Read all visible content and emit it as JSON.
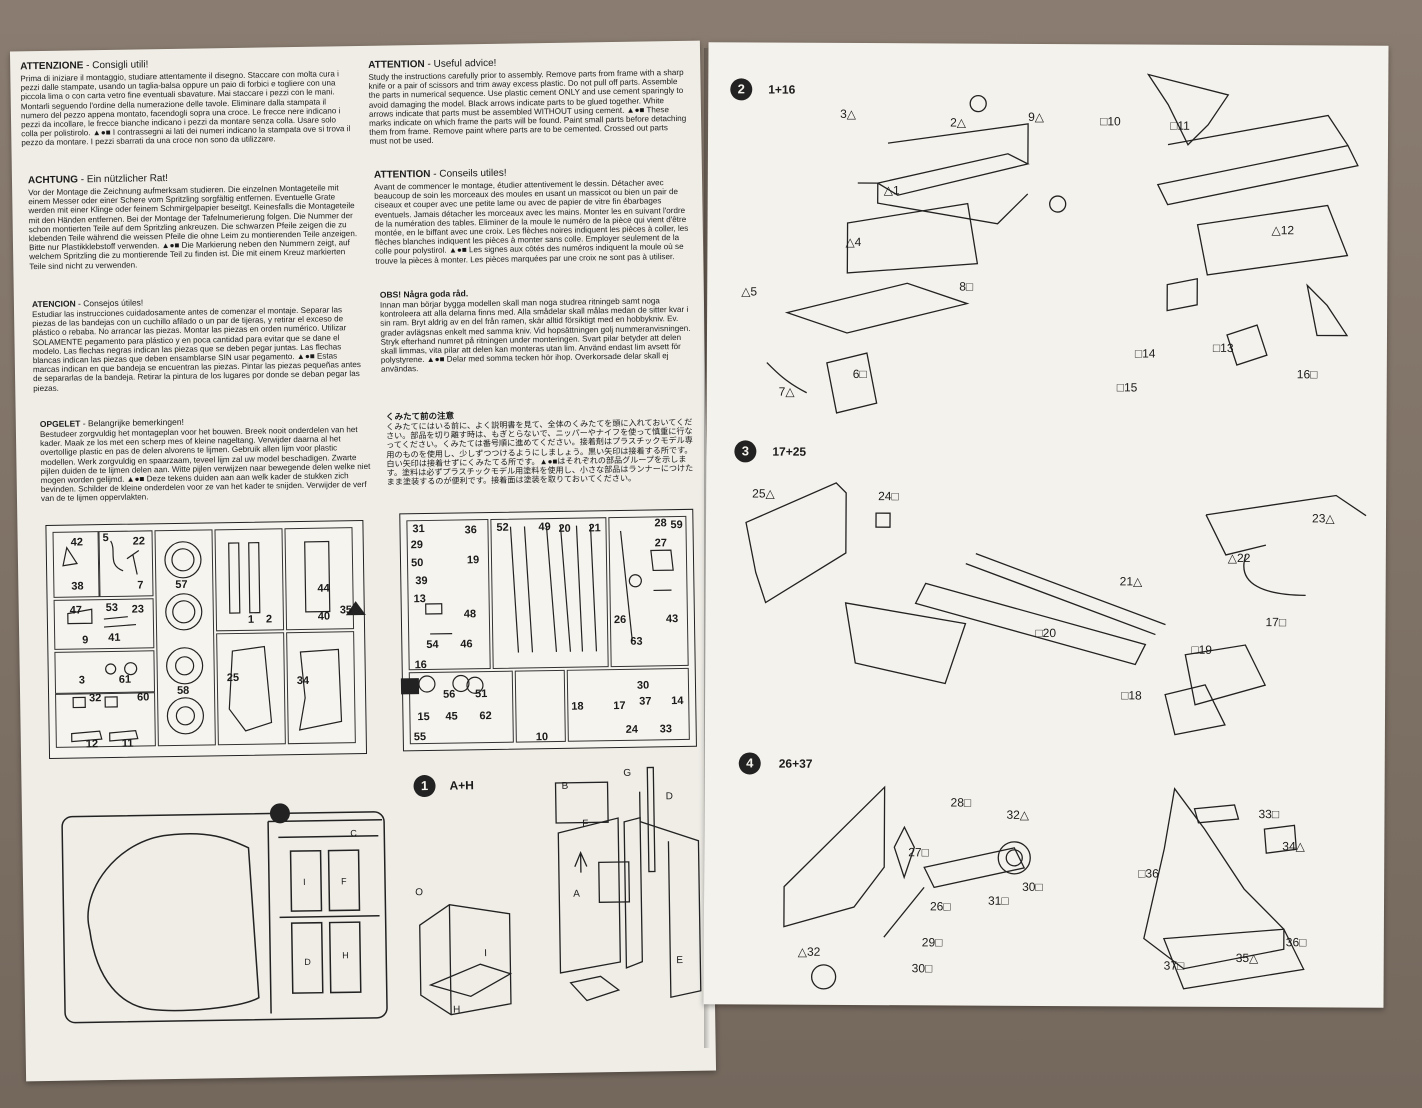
{
  "texts": {
    "it": {
      "title": "ATTENZIONE",
      "subtitle": "- Consigli utili!",
      "body": "Prima di iniziare il montaggio, studiare attentamente il disegno. Staccare con molta cura i pezzi dalle stampate, usando un taglia-balsa oppure un paio di forbici e togliere con una piccola lima o con carta vetro fine eventuali sbavature. Mai staccare i pezzi con le mani. Montarli seguendo l'ordine della numerazione delle tavole. Eliminare dalla stampata il numero del pezzo appena montato, facendogli sopra una croce. Le frecce nere indicano i pezzi da incollare, le frecce bianche indicano i pezzi da montare senza colla. Usare solo colla per polistirolo. ▲●■ I contrassegni ai lati dei numeri indicano la stampata ove si trova il pezzo da montare. I pezzi sbarrati da una croce non sono da utilizzare."
    },
    "en": {
      "title": "ATTENTION",
      "subtitle": "- Useful advice!",
      "body": "Study the instructions carefully prior to assembly. Remove parts from frame with a sharp knife or a pair of scissors and trim away excess plastic. Do not pull off parts. Assemble the parts in numerical sequence. Use plastic cement ONLY and use cement sparingly to avoid damaging the model. Black arrows indicate parts to be glued together. White arrows indicate that parts must be assembled WITHOUT using cement. ▲●■ These marks indicate on which frame the parts will be found. Paint small parts before detaching them from frame. Remove paint where parts are to be cemented. Crossed out parts must not be used."
    },
    "de": {
      "title": "ACHTUNG",
      "subtitle": "- Ein nützlicher Rat!",
      "body": "Vor der Montage die Zeichnung aufmerksam studieren. Die einzelnen Montageteile mit einem Messer oder einer Schere vom Spritzling sorgfältig entfernen. Eventuelle Grate werden mit einer Klinge oder feinem Schmirgelpapier beseitgt. Keinesfalls die Montageteile mit den Händen entfernen. Bei der Montage der Tafelnumerierung folgen. Die Nummer der schon montierten Teile auf dem Spritzling ankreuzen. Die schwarzen Pfeile zeigen die zu klebenden Teile während die weissen Pfeile die ohne Leim zu montierenden Teile anzeigen. Bitte nur Plastikklebstoff verwenden. ▲●■ Die Markierung neben den Nummern zeigt, auf welchem Spritzling die zu montierende Teil zu finden ist. Die mit einem Kreuz markierten Teile sind nicht zu verwenden."
    },
    "fr": {
      "title": "ATTENTION",
      "subtitle": "- Conseils utiles!",
      "body": "Avant de commencer le montage, étudier attentivement le dessin. Détacher avec beaucoup de soin les morceaux des moules en usant un massicot ou bien un pair de ciseaux et couper avec une petite lame ou avec de papier de vitre fin ébarbages eventuels. Jamais détacher les morceaux avec les mains. Monter les en suivant l'ordre de la numération des tables. Eliminer de la moule le numéro de la pièce qui vient d'être montée, en le biffant avec une croix. Les flèches noires indiquent les pièces à coller, les flèches blanches indiquent les pièces à monter sans colle. Employer seulement de la colle pour polystirol. ▲●■ Les signes aux côtés des numéros indiquent la moule où se trouve la pièces à monter. Les pièces marquées par une croix ne sont pas à utiliser."
    },
    "es": {
      "title": "ATENCION",
      "subtitle": "- Consejos útiles!",
      "body": "Estudiar las instrucciones cuidadosamente antes de comenzar el montaje. Separar las piezas de las bandejas con un cuchillo afilado o un par de tijeras, y retirar el exceso de plástico o rebaba. No arrancar las piezas. Montar las piezas en orden numérico. Utilizar SOLAMENTE pegamento para plástico y en poca cantidad para evitar que se dane el modelo. Las flechas negras indican las piezas que se deben pegar juntas. Las flechas blancas indican las piezas que deben ensamblarse SIN usar pegamento. ▲●■ Estas marcas indican en que bandeja se encuentran las piezas. Pintar las piezas pequeñas antes de separarlas de la bandeja. Retirar la pintura de los lugares por donde se deban pegar las piezas."
    },
    "sv": {
      "title": "OBS! Några goda råd.",
      "subtitle": "",
      "body": "Innan man börjar bygga modellen skall man noga studrea ritningeb samt noga kontroleera att alla delarna finns med. Alla smådelar skall målas medan de sitter kvar i sin ram. Bryt aldrig av en del från ramen, skär alltid försiktigt med en hobbykniv. Ev. grader avlägsnas enkelt med samma kniv. Vid hopsättningen golj nummeranvisningen. Stryk efterhand numret på ritningen under monteringen. Svart pilar betyder att delen skall limmas, vita pilar att delen kan monteras utan lim. Använd endast lim avsett för polystyrene. ▲●■ Delar med somma tecken hör ihop. Overkorsade delar skall ej användas."
    },
    "nl": {
      "title": "OPGELET",
      "subtitle": "- Belangrijke bemerkingen!",
      "body": "Bestudeer zorgvuldig het montageplan voor het bouwen. Breek nooit onderdelen van het kader. Maak ze los met een scherp mes of kleine nageltang. Verwijder daarna al het overtollige plastic en pas de delen alvorens te lijmen. Gebruik allen lijm voor plastic modellen. Werk zorgvuldig en spaarzaam, teveel lijm zal uw model beschadigen. Zwarte pijlen duiden de te lijmen delen aan. Witte pijlen verwijzen naar bewegende delen welke niet mogen worden gelijmd. ▲●■ Deze tekens duiden aan aan welk kader de stukken zich bevinden. Schilder de kleine onderdelen voor ze van het kader te snijden. Verwijder de verf van de te lijmen oppervlakten."
    },
    "ja": {
      "title": "くみたて前の注意",
      "subtitle": "",
      "body": "くみたてにはいる前に、よく説明書を見て、全体のくみたてを頭に入れておいてください。部品を切り離す時は、もぎとらないで、ニッパーやナイフを使って慎重に行なってください。くみたては番号順に進めてください。接着剤はプラスチックモデル専用のものを使用し、少しずつつけるようにしましょう。黒い矢印は接着する所です。白い矢印は接着せずにくみたてる所です。▲●■はそれぞれの部品グループを示します。塗料は必ずプラスチックモデル用塗料を使用し、小さな部品はランナーにつけたまま塗装するのが便利です。接着面は塗装を取りておいてください。"
    }
  },
  "sprue_a_labels": [
    "42",
    "5",
    "22",
    "38",
    "7",
    "57",
    "1",
    "2",
    "44",
    "40",
    "35",
    "47",
    "53",
    "23",
    "9",
    "41",
    "25",
    "34",
    "3",
    "61",
    "58",
    "32",
    "60",
    "12",
    "11"
  ],
  "sprue_b_labels": [
    "31",
    "36",
    "52",
    "49",
    "20",
    "21",
    "28",
    "59",
    "29",
    "27",
    "50",
    "19",
    "39",
    "13",
    "48",
    "26",
    "43",
    "54",
    "46",
    "63",
    "16",
    "56",
    "51",
    "30",
    "18",
    "17",
    "37",
    "14",
    "15",
    "45",
    "62",
    "55",
    "10",
    "24",
    "33"
  ],
  "sprue_c_labels": [
    "C",
    "I",
    "H",
    "D",
    "F"
  ],
  "steps": [
    {
      "num": "1",
      "range": "A+H"
    },
    {
      "num": "2",
      "range": "1+16"
    },
    {
      "num": "3",
      "range": "17+25"
    },
    {
      "num": "4",
      "range": "26+37"
    }
  ],
  "step1_labels": [
    "O",
    "B",
    "D",
    "F",
    "A",
    "E",
    "I",
    "H",
    "G"
  ],
  "step2_labels": [
    "3△",
    "2△",
    "9△",
    "△1",
    "△4",
    "△5",
    "8□",
    "6□",
    "7△",
    "□10",
    "□11",
    "△12",
    "□13",
    "□14",
    "□15",
    "16□"
  ],
  "step3_labels": [
    "25△",
    "24□",
    "23△",
    "△22",
    "21△",
    "□20",
    "17□",
    "□19",
    "□18"
  ],
  "step4_labels": [
    "28□",
    "32△",
    "27□",
    "26□",
    "31□",
    "30□",
    "△32",
    "29□",
    "30□",
    "33□",
    "34△",
    "□36",
    "36□",
    "37□",
    "35△"
  ]
}
